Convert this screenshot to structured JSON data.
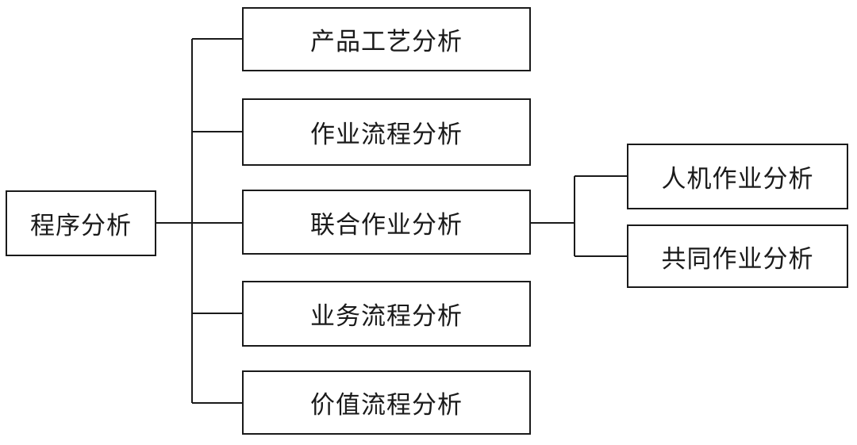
{
  "diagram": {
    "root": {
      "label": "程序分析"
    },
    "children": [
      {
        "label": "产品工艺分析"
      },
      {
        "label": "作业流程分析"
      },
      {
        "label": "联合作业分析"
      },
      {
        "label": "业务流程分析"
      },
      {
        "label": "价值流程分析"
      }
    ],
    "sub_children": [
      {
        "label": "人机作业分析"
      },
      {
        "label": "共同作业分析"
      }
    ]
  }
}
